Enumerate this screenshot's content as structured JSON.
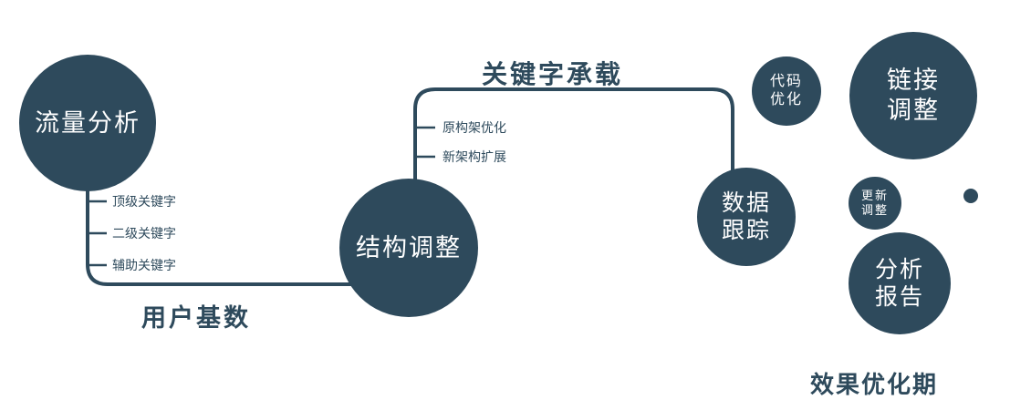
{
  "colors": {
    "accent": "#2e4a5c",
    "background": "#ffffff",
    "text_on_accent": "#ffffff"
  },
  "diagram": {
    "nodes": {
      "traffic": {
        "label": "流量分析"
      },
      "structure": {
        "label": "结构调整"
      },
      "tracking": {
        "label": "数据\n跟踪"
      },
      "code": {
        "label": "代码\n优化"
      },
      "link": {
        "label": "链接\n调整"
      },
      "update": {
        "label": "更新\n调整"
      },
      "report": {
        "label": "分析\n报告"
      }
    },
    "branches_left": [
      "顶级关键字",
      "二级关键字",
      "辅助关键字"
    ],
    "branches_mid": [
      "原构架优化",
      "新架构扩展"
    ],
    "labels": {
      "keyword_bearing": "关键字承载",
      "user_base": "用户基数",
      "footer": "效果优化期"
    }
  }
}
